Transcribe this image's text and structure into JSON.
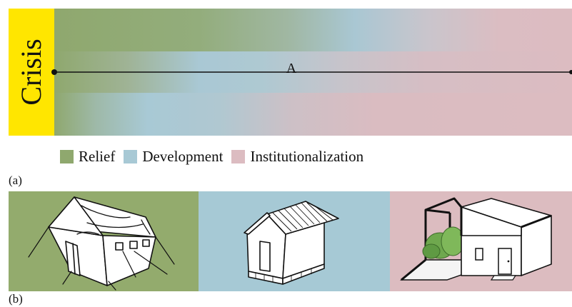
{
  "figure": {
    "crisis_label": "Crisis",
    "timeline_label": "A",
    "panel_a_tag": "(a)",
    "panel_b_tag": "(b)"
  },
  "legend": [
    {
      "label": "Relief",
      "color": "#8fa86e"
    },
    {
      "label": "Development",
      "color": "#a8c9d5"
    },
    {
      "label": "Institutionalization",
      "color": "#dcbcc1"
    }
  ],
  "colors": {
    "crisis": "#ffe600",
    "relief": "#93ab6d",
    "development": "#a6c9d5",
    "institutionalization": "#dcbcc0"
  },
  "panels": [
    {
      "phase": "Relief",
      "illustration": "tent-icon"
    },
    {
      "phase": "Development",
      "illustration": "transitional-shelter-icon"
    },
    {
      "phase": "Institutionalization",
      "illustration": "permanent-house-icon"
    }
  ]
}
